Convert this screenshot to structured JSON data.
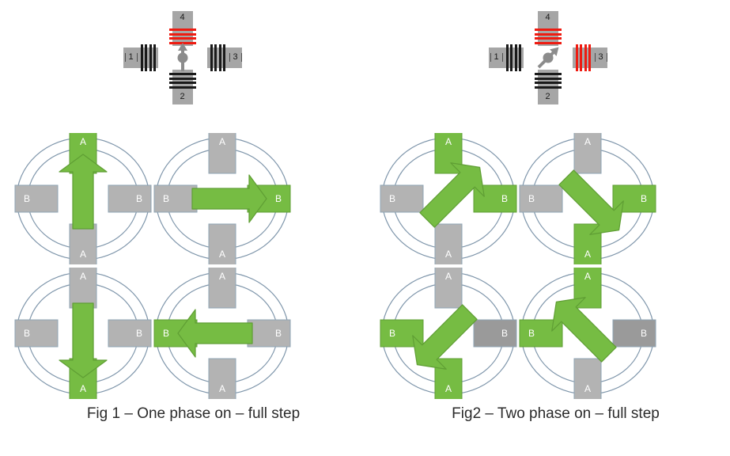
{
  "colors": {
    "green": "#76bc43",
    "green_stroke": "#5f9e34",
    "gray_light": "#b3b3b3",
    "gray_dark": "#9a9a9a",
    "gray_stroke": "#8fa4b5",
    "circle_stroke": "#7f96ab",
    "coil_body": "#a6a6a6",
    "coil_wire": "#1a1a1a",
    "coil_wire_energised": "#ee1b11",
    "pole_label": "#ffffff",
    "caption": "#2b2b2b"
  },
  "figures": [
    {
      "id": "fig1",
      "caption": "Fig 1 – One phase on – full step",
      "schematic": {
        "rotor_icon": "rotor-arrow-up",
        "rotor_angle": 0,
        "coils": [
          {
            "number": "1",
            "position": "left",
            "energised": false
          },
          {
            "number": "2",
            "position": "bottom",
            "energised": false
          },
          {
            "number": "3",
            "position": "right",
            "energised": false
          },
          {
            "number": "4",
            "position": "top",
            "energised": true
          }
        ]
      },
      "panels": [
        {
          "arrow_icon": "arrow-up",
          "arrow_angle": 0,
          "poles": [
            {
              "label": "A",
              "position": "top",
              "state": "active"
            },
            {
              "label": "B",
              "position": "right",
              "state": "inactive"
            },
            {
              "label": "A",
              "position": "bottom",
              "state": "inactive"
            },
            {
              "label": "B",
              "position": "left",
              "state": "inactive"
            }
          ]
        },
        {
          "arrow_icon": "arrow-right",
          "arrow_angle": 90,
          "poles": [
            {
              "label": "A",
              "position": "top",
              "state": "inactive"
            },
            {
              "label": "B",
              "position": "right",
              "state": "active"
            },
            {
              "label": "A",
              "position": "bottom",
              "state": "inactive"
            },
            {
              "label": "B",
              "position": "left",
              "state": "inactive"
            }
          ]
        },
        {
          "arrow_icon": "arrow-down",
          "arrow_angle": 180,
          "poles": [
            {
              "label": "A",
              "position": "top",
              "state": "inactive"
            },
            {
              "label": "B",
              "position": "right",
              "state": "inactive"
            },
            {
              "label": "A",
              "position": "bottom",
              "state": "active"
            },
            {
              "label": "B",
              "position": "left",
              "state": "inactive"
            }
          ]
        },
        {
          "arrow_icon": "arrow-left",
          "arrow_angle": 270,
          "poles": [
            {
              "label": "A",
              "position": "top",
              "state": "inactive"
            },
            {
              "label": "B",
              "position": "right",
              "state": "inactive"
            },
            {
              "label": "A",
              "position": "bottom",
              "state": "inactive"
            },
            {
              "label": "B",
              "position": "left",
              "state": "active"
            }
          ]
        }
      ]
    },
    {
      "id": "fig2",
      "caption": "Fig2 – Two phase on – full step",
      "schematic": {
        "rotor_icon": "rotor-arrow-diagonal",
        "rotor_angle": 45,
        "coils": [
          {
            "number": "1",
            "position": "left",
            "energised": false
          },
          {
            "number": "2",
            "position": "bottom",
            "energised": false
          },
          {
            "number": "3",
            "position": "right",
            "energised": true
          },
          {
            "number": "4",
            "position": "top",
            "energised": true
          }
        ]
      },
      "panels": [
        {
          "arrow_icon": "arrow-up-right",
          "arrow_angle": 45,
          "poles": [
            {
              "label": "A",
              "position": "top",
              "state": "active"
            },
            {
              "label": "B",
              "position": "right",
              "state": "active"
            },
            {
              "label": "A",
              "position": "bottom",
              "state": "inactive"
            },
            {
              "label": "B",
              "position": "left",
              "state": "inactive"
            }
          ]
        },
        {
          "arrow_icon": "arrow-down-right",
          "arrow_angle": 135,
          "poles": [
            {
              "label": "A",
              "position": "top",
              "state": "inactive"
            },
            {
              "label": "B",
              "position": "right",
              "state": "active"
            },
            {
              "label": "A",
              "position": "bottom",
              "state": "active"
            },
            {
              "label": "B",
              "position": "left",
              "state": "inactive"
            }
          ]
        },
        {
          "arrow_icon": "arrow-down-left",
          "arrow_angle": 225,
          "poles": [
            {
              "label": "A",
              "position": "top",
              "state": "inactive"
            },
            {
              "label": "B",
              "position": "right",
              "state": "inactive-dark"
            },
            {
              "label": "A",
              "position": "bottom",
              "state": "active"
            },
            {
              "label": "B",
              "position": "left",
              "state": "active"
            }
          ]
        },
        {
          "arrow_icon": "arrow-up-left",
          "arrow_angle": 315,
          "poles": [
            {
              "label": "A",
              "position": "top",
              "state": "active"
            },
            {
              "label": "B",
              "position": "right",
              "state": "inactive-dark"
            },
            {
              "label": "A",
              "position": "bottom",
              "state": "inactive"
            },
            {
              "label": "B",
              "position": "left",
              "state": "active"
            }
          ]
        }
      ]
    }
  ]
}
